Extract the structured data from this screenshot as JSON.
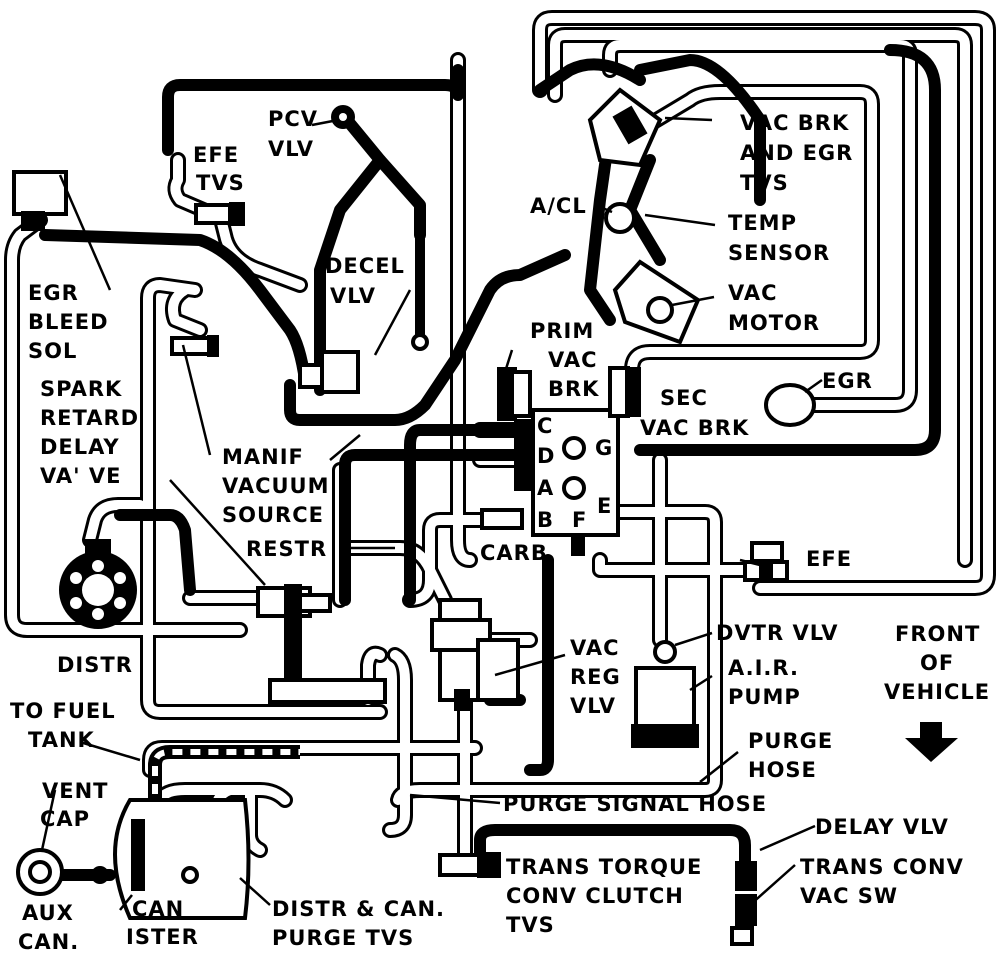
{
  "labels": {
    "pcv_vlv": [
      "PCV",
      "VLV"
    ],
    "efe_tvs": [
      "EFE",
      "TVS"
    ],
    "egr_bleed_sol": [
      "EGR",
      "BLEED",
      "SOL"
    ],
    "decel_vlv": [
      "DECEL",
      "VLV"
    ],
    "spark_retard": [
      "SPARK",
      "RETARD",
      "DELAY",
      "VA' VE"
    ],
    "manif_vacuum": [
      "MANIF",
      "VACUUM",
      "SOURCE"
    ],
    "restr": "RESTR",
    "prim_vac_brk": [
      "PRIM",
      "VAC",
      "BRK"
    ],
    "sec_vac_brk": [
      "SEC",
      "VAC BRK"
    ],
    "vac_brk_egr_tvs": [
      "VAC BRK",
      "AND EGR",
      "TVS"
    ],
    "a_cl": "A/CL",
    "temp_sensor": [
      "TEMP",
      "SENSOR"
    ],
    "vac_motor": [
      "VAC",
      "MOTOR"
    ],
    "egr": "EGR",
    "efe": "EFE",
    "carb": "CARB",
    "carb_ports": [
      "C",
      "D",
      "A",
      "B",
      "G",
      "E",
      "F"
    ],
    "dvtr_vlv": "DVTR VLV",
    "air_pump": [
      "A.I.R.",
      "PUMP"
    ],
    "front_of_vehicle": [
      "FRONT",
      "OF",
      "VEHICLE"
    ],
    "distr": "DISTR",
    "to_fuel_tank": [
      "TO FUEL",
      "TANK"
    ],
    "vent_cap": [
      "VENT",
      "CAP"
    ],
    "aux_can": [
      "AUX",
      "CAN."
    ],
    "canister": [
      "CAN",
      "ISTER"
    ],
    "vac_reg_vlv": [
      "VAC",
      "REG",
      "VLV"
    ],
    "purge_hose": [
      "PURGE",
      "HOSE"
    ],
    "purge_signal_hose": "PURGE SIGNAL HOSE",
    "delay_vlv": "DELAY VLV",
    "trans_conv_vac_sw": [
      "TRANS CONV",
      "VAC SW"
    ],
    "trans_torque_tvs": [
      "TRANS TORQUE",
      "CONV CLUTCH",
      "TVS"
    ],
    "distr_can_purge": [
      "DISTR & CAN.",
      "PURGE TVS"
    ]
  }
}
